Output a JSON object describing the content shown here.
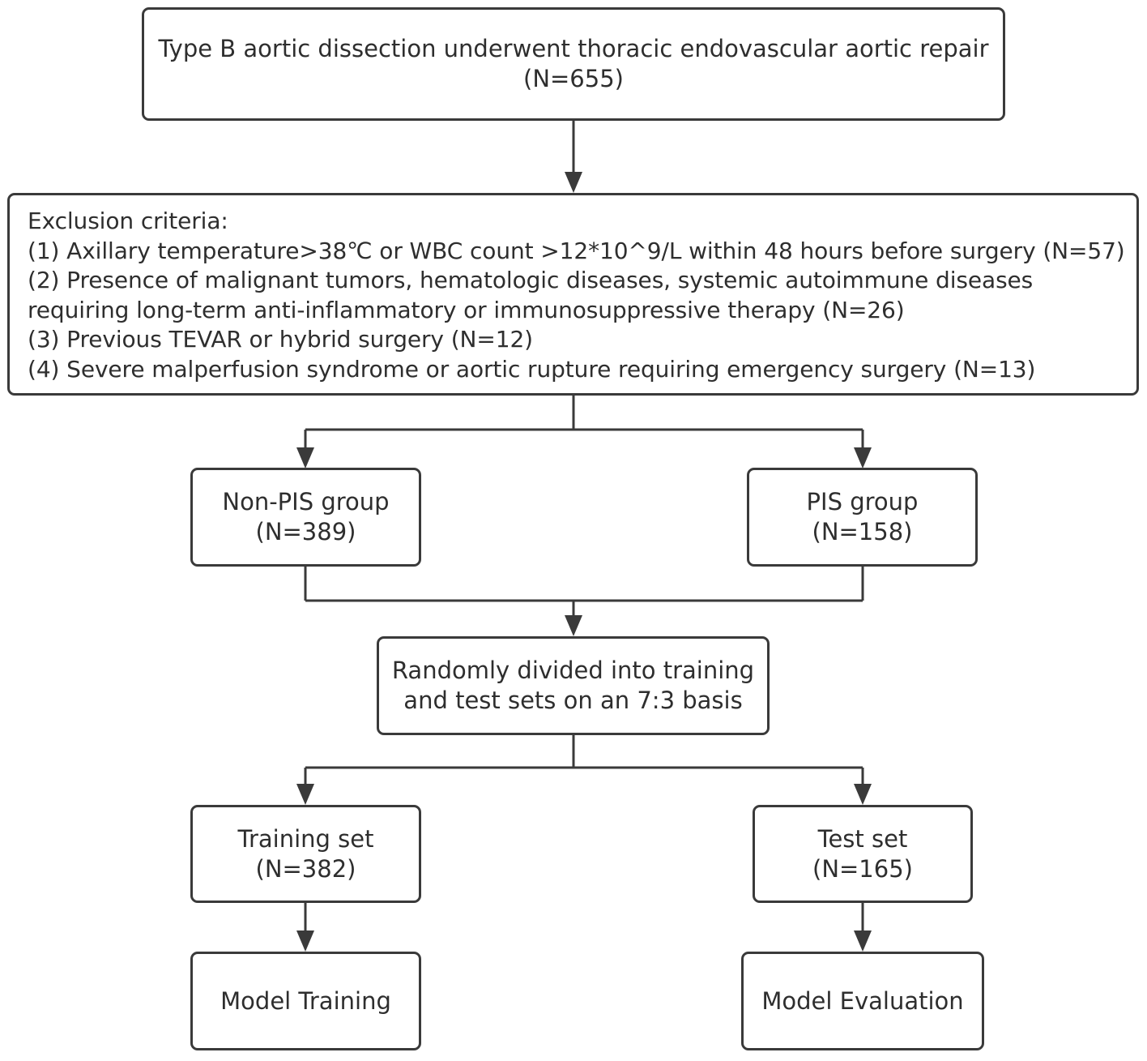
{
  "boxes": {
    "start": {
      "line1": "Type B aortic dissection underwent thoracic endovascular aortic repair",
      "line2": "(N=655)"
    },
    "exclusion": {
      "heading": "Exclusion criteria:",
      "lines": [
        "(1) Axillary temperature>38℃ or WBC count >12*10^9/L within 48 hours before surgery (N=57)",
        "(2) Presence of malignant tumors, hematologic diseases, systemic autoimmune diseases",
        "requiring long-term anti-inflammatory or immunosuppressive therapy (N=26)",
        "(3) Previous TEVAR or hybrid surgery (N=12)",
        "(4) Severe malperfusion syndrome or aortic rupture requiring emergency surgery (N=13)"
      ]
    },
    "non_pis": {
      "line1": "Non-PIS group",
      "line2": "(N=389)"
    },
    "pis": {
      "line1": "PIS group",
      "line2": "(N=158)"
    },
    "split": {
      "line1": "Randomly divided into training",
      "line2": "and test sets on an 7:3 basis"
    },
    "training_set": {
      "line1": "Training set",
      "line2": "(N=382)"
    },
    "test_set": {
      "line1": "Test set",
      "line2": "(N=165)"
    },
    "model_training": {
      "line1": "Model Training"
    },
    "model_evaluation": {
      "line1": "Model Evaluation"
    }
  },
  "colors": {
    "stroke": "#3a3a3a",
    "text": "#2e2e2e",
    "background": "#ffffff"
  }
}
